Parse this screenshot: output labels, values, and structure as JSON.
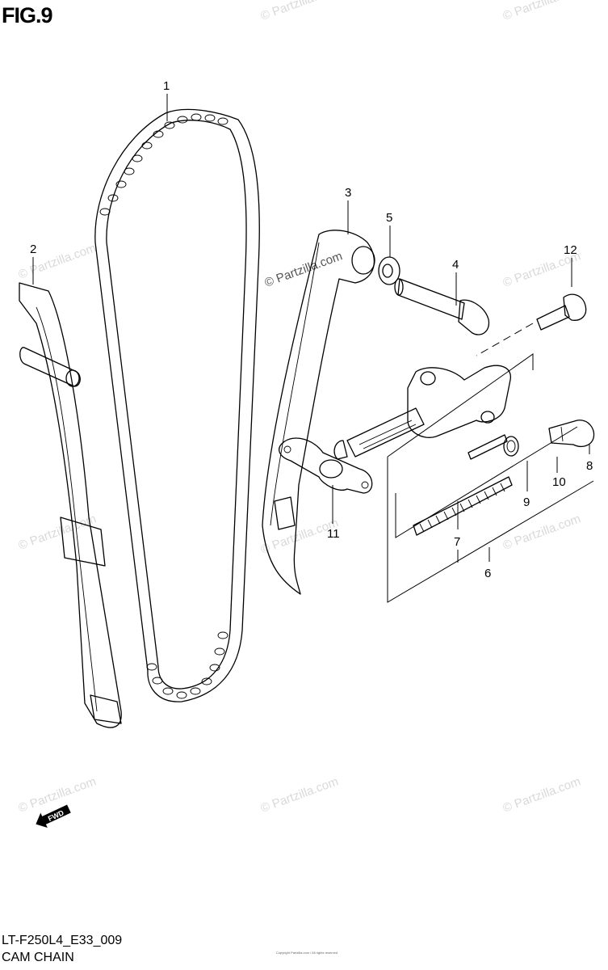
{
  "figure_label": "FIG.9",
  "diagram_code": "LT-F250L4_E33_009",
  "diagram_name": "CAM CHAIN",
  "copyright_text": "Copyright Partzilla.com / All rights reserved",
  "watermark_text": "© Partzilla.com",
  "fwd_label": "FWD",
  "callouts": [
    "1",
    "2",
    "3",
    "4",
    "5",
    "6",
    "7",
    "8",
    "9",
    "10",
    "11",
    "12"
  ]
}
